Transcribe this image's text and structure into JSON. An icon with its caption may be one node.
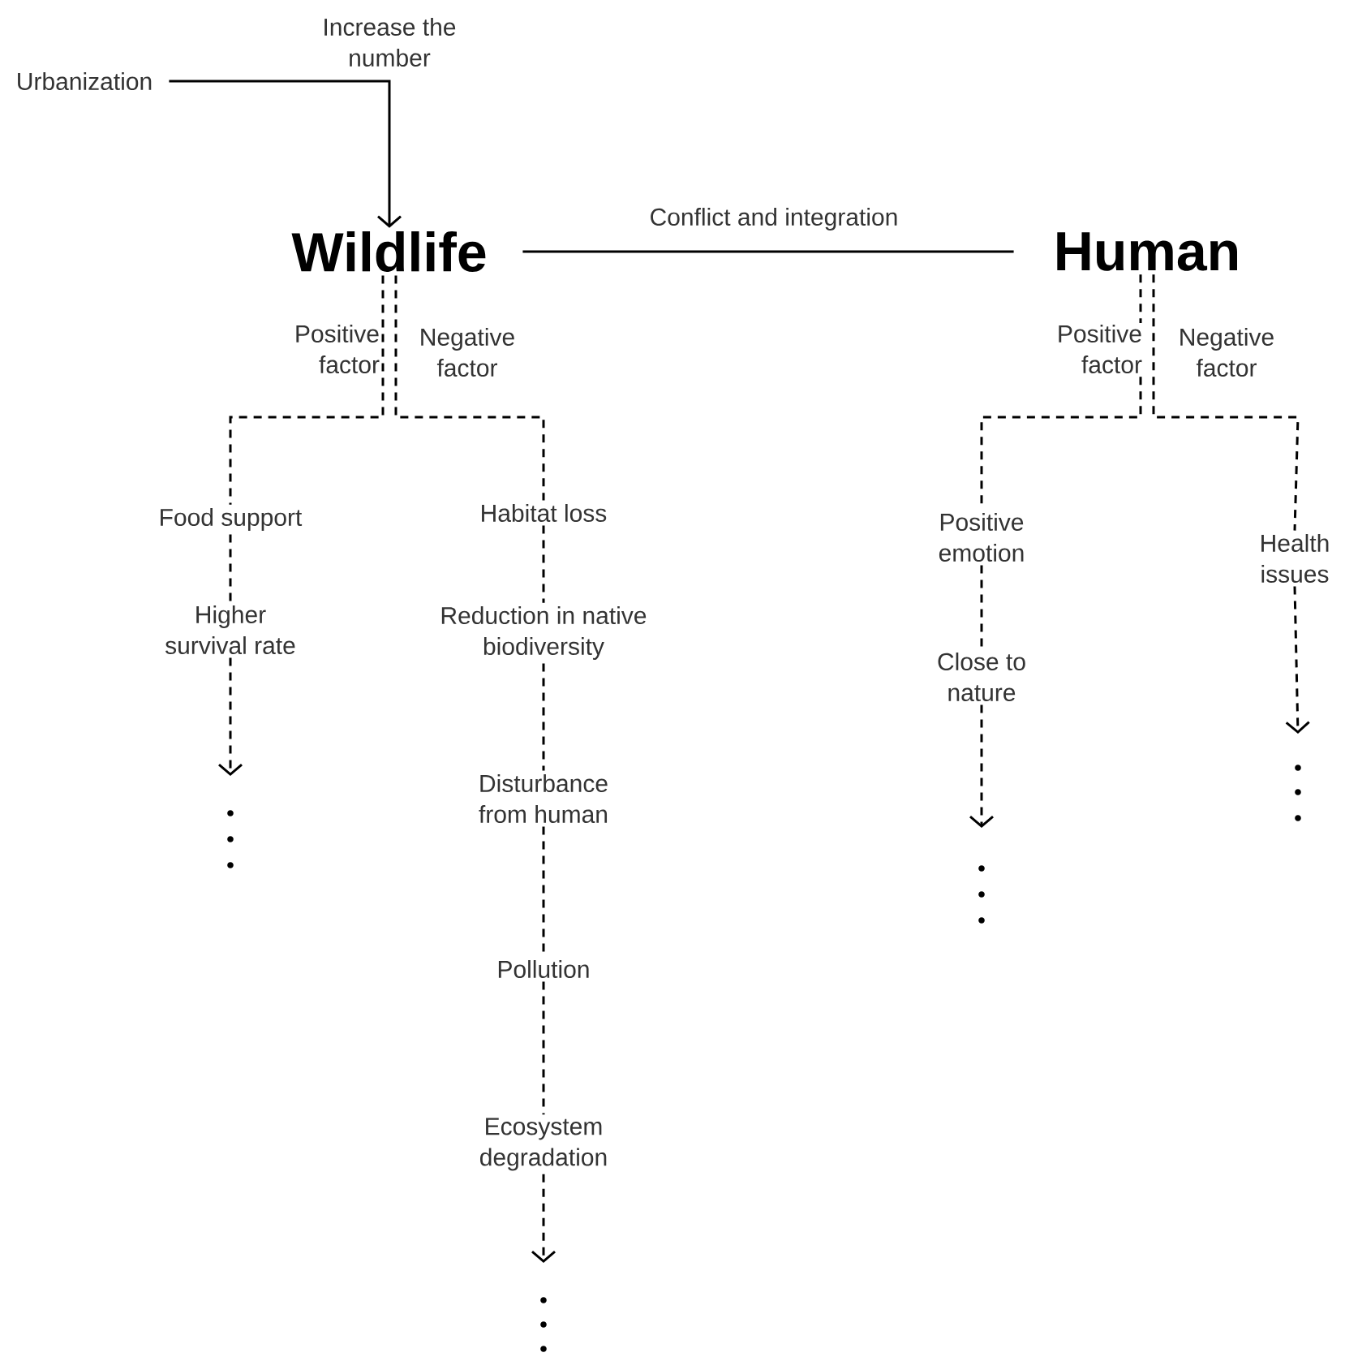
{
  "diagram": {
    "nodes": [
      {
        "text": [
          "Urbanization"
        ]
      },
      {
        "text": [
          "Wildlife"
        ]
      },
      {
        "text": [
          "Human"
        ]
      },
      {
        "text": [
          "Food support"
        ]
      },
      {
        "text": [
          "Higher survival rate"
        ]
      },
      {
        "text": [
          "Habitat loss"
        ]
      },
      {
        "text": [
          "Reduction in native biodiversity"
        ]
      },
      {
        "text": [
          "Disturbance from human"
        ]
      },
      {
        "text": [
          "Pollution"
        ]
      },
      {
        "text": [
          "Ecosystem degradation"
        ]
      },
      {
        "text": [
          "Positive emotion"
        ]
      },
      {
        "text": [
          "Close to nature"
        ]
      },
      {
        "text": [
          "Health issues"
        ]
      }
    ],
    "edges": [
      {
        "from": 0,
        "to": 1,
        "arrow": "to",
        "label": "Increase the number"
      },
      {
        "from": 1,
        "to": 2,
        "arrow": "none",
        "label": "Conflict and integration"
      },
      {
        "from": 1,
        "to": 3,
        "arrow": "none",
        "style": "dashed",
        "label": "Positive factor"
      },
      {
        "from": 1,
        "to": 5,
        "arrow": "none",
        "style": "dashed",
        "label": "Negative factor"
      },
      {
        "from": 3,
        "to": 4,
        "arrow": "none",
        "style": "dashed"
      },
      {
        "from": 4,
        "to": null,
        "arrow": "to",
        "style": "dashed"
      },
      {
        "from": 5,
        "to": 6,
        "arrow": "none",
        "style": "dashed"
      },
      {
        "from": 6,
        "to": 7,
        "arrow": "none",
        "style": "dashed"
      },
      {
        "from": 7,
        "to": 8,
        "arrow": "none",
        "style": "dashed"
      },
      {
        "from": 8,
        "to": 9,
        "arrow": "none",
        "style": "dashed"
      },
      {
        "from": 9,
        "to": null,
        "arrow": "to",
        "style": "dashed"
      },
      {
        "from": 2,
        "to": 10,
        "arrow": "none",
        "style": "dashed",
        "label": "Positive factor"
      },
      {
        "from": 2,
        "to": 12,
        "arrow": "none",
        "style": "dashed",
        "label": "Negative factor"
      },
      {
        "from": 10,
        "to": 11,
        "arrow": "none",
        "style": "dashed"
      },
      {
        "from": 11,
        "to": null,
        "arrow": "to",
        "style": "dashed"
      },
      {
        "from": 12,
        "to": null,
        "arrow": "to",
        "style": "dashed"
      }
    ]
  }
}
